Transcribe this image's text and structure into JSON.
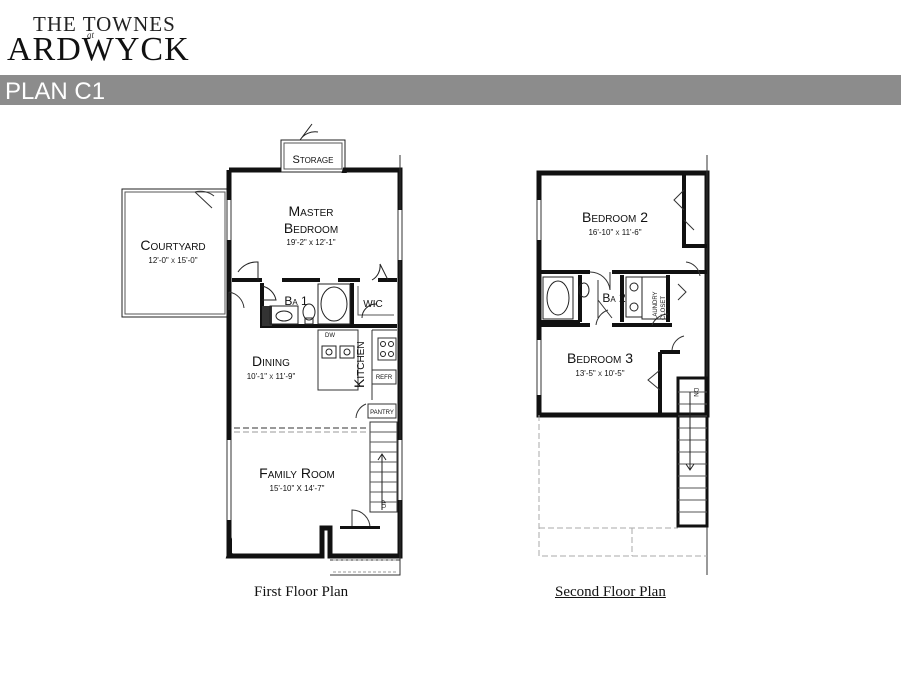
{
  "logo": {
    "line1": "THE TOWNES",
    "at": "at",
    "line2": "ARDWYCK"
  },
  "plan_title": "PLAN C1",
  "first_floor": {
    "caption": "First Floor Plan",
    "rooms": {
      "storage": {
        "name": "Storage"
      },
      "master": {
        "name1": "Master",
        "name2": "Bedroom",
        "dims": "19'-2\" x 12'-1\""
      },
      "courtyard": {
        "name": "Courtyard",
        "dims": "12'-0\" x 15'-0\""
      },
      "ba1": {
        "name": "Ba 1"
      },
      "wic": {
        "name": "WIC"
      },
      "dining": {
        "name": "Dining",
        "dims": "10'-1\" x 11'-9\""
      },
      "kitchen": {
        "name": "Kitchen"
      },
      "dw": {
        "name": "DW"
      },
      "refr": {
        "name": "REFR"
      },
      "pantry": {
        "name": "PANTRY"
      },
      "family": {
        "name": "Family Room",
        "dims": "15'-10\" X 14'-7\""
      },
      "up": {
        "name": "UP"
      }
    }
  },
  "second_floor": {
    "caption": "Second Floor Plan",
    "rooms": {
      "bed2": {
        "name": "Bedroom 2",
        "dims": "16'-10\" x 11'-6\""
      },
      "ba2": {
        "name": "Ba 2"
      },
      "laundry": {
        "name1": "LAUNDRY",
        "name2": "CLOSET"
      },
      "bed3": {
        "name": "Bedroom 3",
        "dims": "13'-5\" x 10'-5\""
      },
      "dn": {
        "name": "DN"
      }
    }
  }
}
